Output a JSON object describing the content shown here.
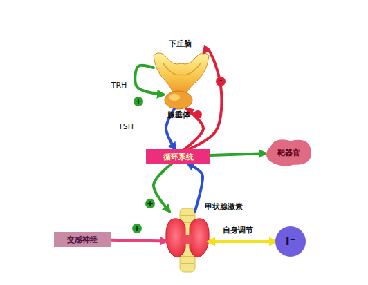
{
  "diagram": {
    "nodes": [
      {
        "text": [
          "下丘脑"
        ]
      },
      {
        "text": [
          "腺垂体"
        ]
      },
      {
        "text": [
          "循环系统"
        ]
      },
      {
        "text": [
          "靶器官"
        ]
      },
      {
        "text": [
          "甲状腺激素"
        ]
      },
      {
        "text": [
          "交感神经"
        ]
      },
      {
        "text": [
          "I⁻"
        ]
      }
    ],
    "edges": [
      {
        "from": 0,
        "to": 1,
        "arrow": "to",
        "label": "TRH"
      },
      {
        "from": 1,
        "to": 2,
        "arrow": "to",
        "label": "TSH"
      },
      {
        "from": 2,
        "to": 1,
        "arrow": "to"
      },
      {
        "from": 2,
        "to": 0,
        "arrow": "to"
      },
      {
        "from": 2,
        "to": 3,
        "arrow": "to"
      },
      {
        "from": 2,
        "to": 4,
        "arrow": "to"
      },
      {
        "from": 4,
        "to": 2,
        "arrow": "to"
      },
      {
        "from": 5,
        "to": 4,
        "arrow": "to"
      },
      {
        "from": 4,
        "to": 6,
        "arrow": "both",
        "label": "自身调节"
      }
    ],
    "labels": [
      "+",
      "-",
      "+",
      "+"
    ]
  }
}
